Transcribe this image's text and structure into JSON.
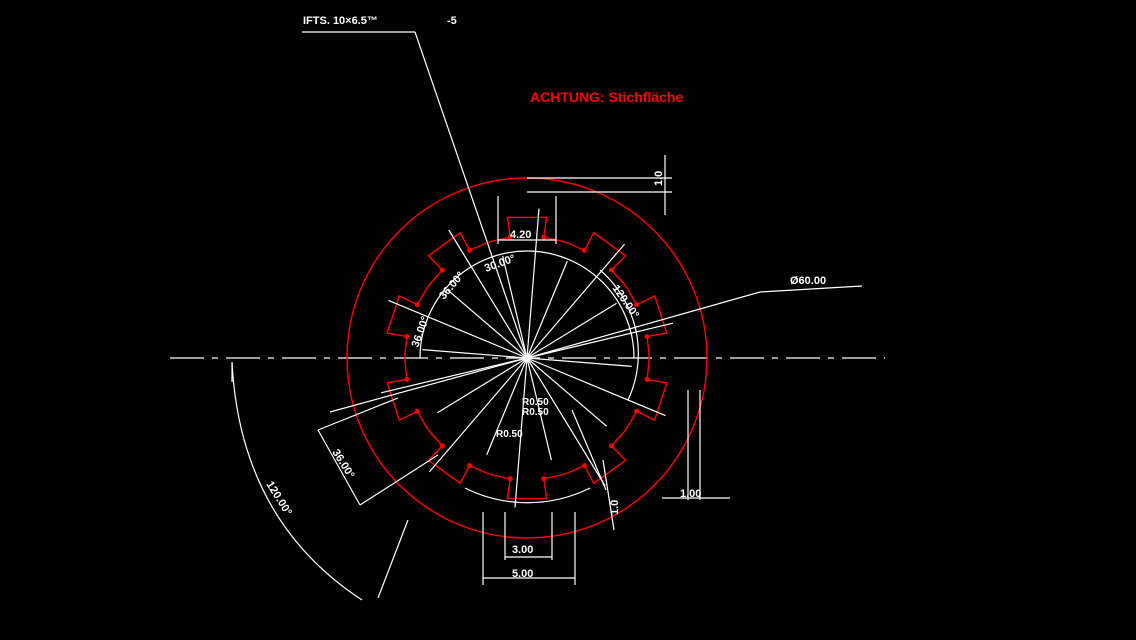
{
  "colors": {
    "background": "#000000",
    "geometry": "#ffffff",
    "highlight": "#ff0000"
  },
  "drawing": {
    "header_label": "IFTS. 10×6.5™",
    "header_suffix": "-5",
    "warning": "ACHTUNG: Stichfläche",
    "dimensions": {
      "top_gap": "4.20",
      "bottom_gap": "3.00",
      "bottom_width": "5.00",
      "outer_diameter": "Ø60.00",
      "small_right": "1.00",
      "radius_a": "R0.50",
      "radius_b": "R0.50",
      "radius_c": "R0.50",
      "right_top_vertical": "1.0",
      "lower_right_vertical": "1.0",
      "angle_top": "30.00°",
      "angle_a": "36.00°",
      "angle_b": "36.00°",
      "angle_right": "120.00°",
      "angle_left_small": "36.00°",
      "angle_left_big": "120.00°"
    }
  }
}
